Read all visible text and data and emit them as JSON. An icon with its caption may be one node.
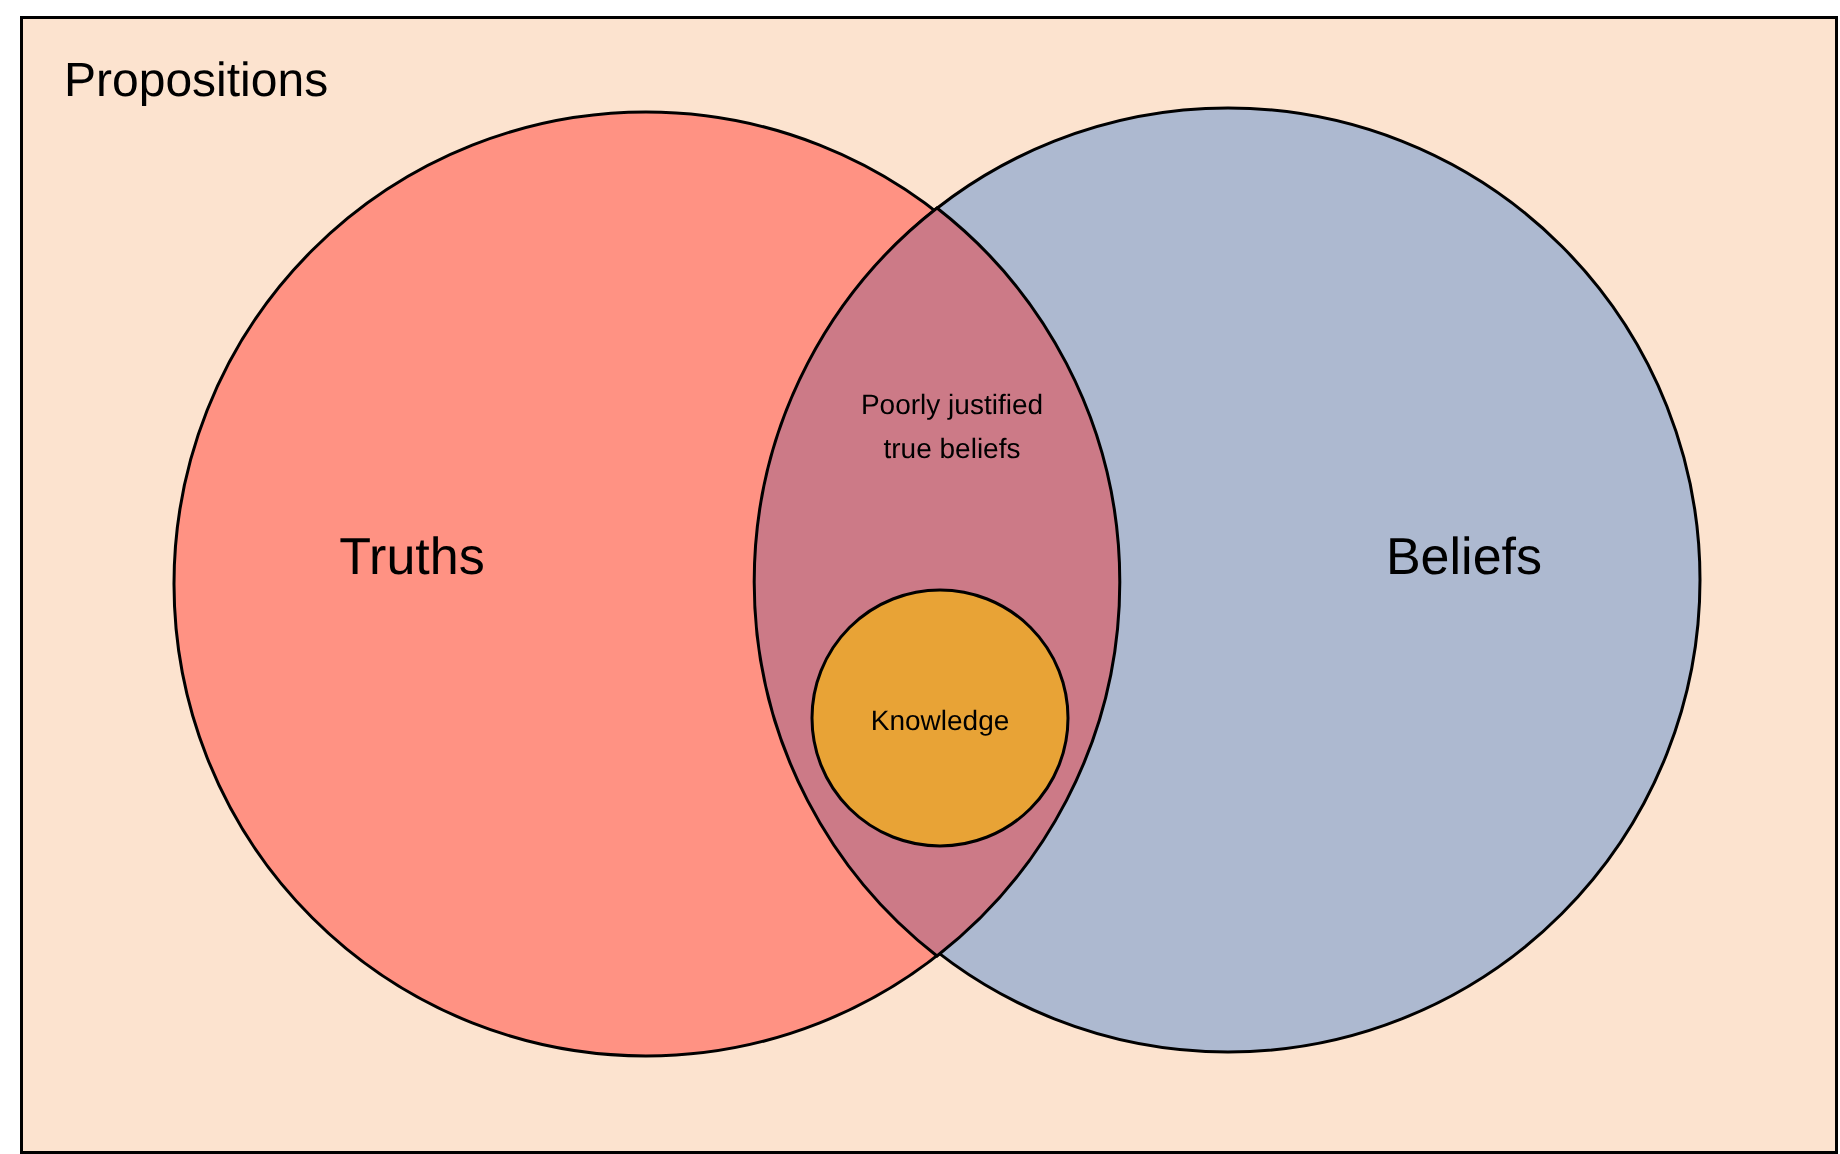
{
  "diagram": {
    "nodes": [
      {
        "text": [
          "Propositions"
        ]
      },
      {
        "text": [
          "Truths"
        ],
        "in": 0
      },
      {
        "text": [
          "Beliefs"
        ],
        "in": 0
      },
      {
        "text": [
          "Poorly justified true beliefs"
        ]
      },
      {
        "text": [
          "Knowledge"
        ],
        "in": 3
      }
    ],
    "edges": []
  }
}
